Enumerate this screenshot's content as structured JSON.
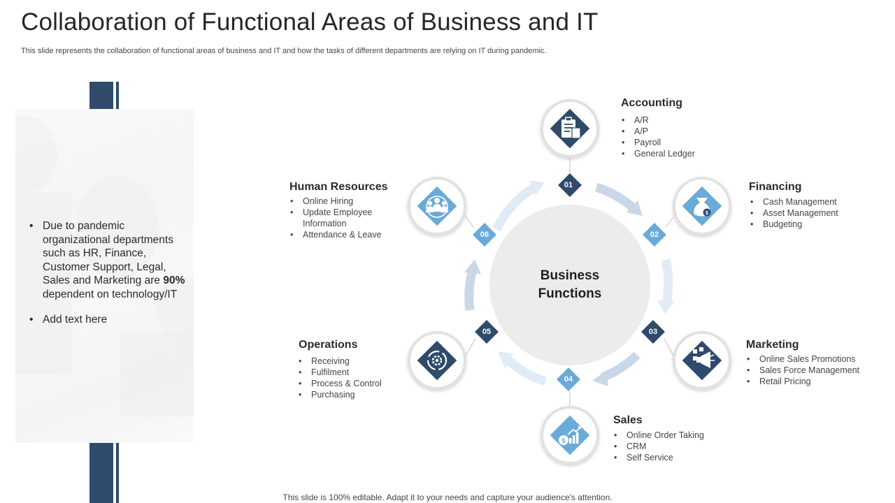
{
  "slide": {
    "title": "Collaboration of Functional Areas of Business and IT",
    "subtitle": "This slide represents the collaboration of functional areas of business and IT and how the tasks of different departments are relying on IT  during pandemic.",
    "footer": "This slide is 100% editable. Adapt it to your needs and capture your audience's attention."
  },
  "side_panel": {
    "bullet1_pre": "Due to pandemic organizational departments such as HR, Finance, Customer Support, Legal, Sales and Marketing are ",
    "bullet1_bold": "90%",
    "bullet1_post": " dependent on technology/IT",
    "bullet2": "Add text here"
  },
  "center": {
    "line1": "Business",
    "line2": "Functions"
  },
  "functions": [
    {
      "num": "01",
      "title": "Accounting",
      "items": [
        "A/R",
        "A/P",
        "Payroll",
        "General Ledger"
      ],
      "icon": "clipboard-calculator-icon"
    },
    {
      "num": "02",
      "title": "Financing",
      "items": [
        "Cash Management",
        "Asset Management",
        "Budgeting"
      ],
      "icon": "money-bag-icon"
    },
    {
      "num": "03",
      "title": "Marketing",
      "items": [
        "Online Sales Promotions",
        "Sales Force Management",
        "Retail Pricing"
      ],
      "icon": "megaphone-icon"
    },
    {
      "num": "04",
      "title": "Sales",
      "items": [
        "Online Order Taking",
        "CRM",
        "Self Service"
      ],
      "icon": "growth-chart-icon"
    },
    {
      "num": "05",
      "title": "Operations",
      "items": [
        "Receiving",
        "Fulfilment",
        "Process & Control",
        "Purchasing"
      ],
      "icon": "gear-cycle-icon"
    },
    {
      "num": "06",
      "title": "Human Resources",
      "items": [
        "Online Hiring",
        "Update Employee Information",
        "Attendance & Leave"
      ],
      "icon": "team-icon"
    }
  ],
  "colors": {
    "dark_navy": "#2f4a6b",
    "light_blue": "#6aaad8",
    "arrow_light": "#dce9f5",
    "arrow_mid": "#c7d6e6",
    "center_circle": "#ececec"
  }
}
